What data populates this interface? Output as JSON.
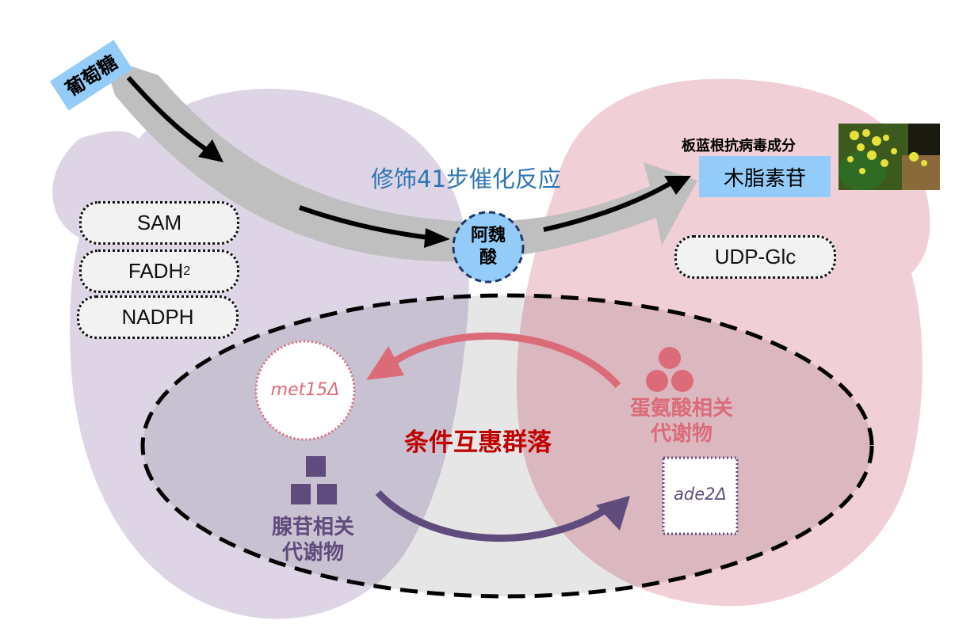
{
  "diagram": {
    "title": "条件互惠群落",
    "colors": {
      "left_cell": "#ddd5e6",
      "right_cell": "#f1cfd6",
      "community_fill": "#e6e6e6",
      "pathway_band": "#bfbfbf",
      "blue_box": "#93ccf9",
      "title_red": "#c00000",
      "pathway_label_blue": "#2e75b6",
      "methionine_pink": "#dc6b7a",
      "adenine_purple": "#5f4b7c"
    },
    "substrate": {
      "label": "葡萄糖"
    },
    "pathway_label": "修饰41步催化反应",
    "intermediate": {
      "label_line1": "阿魏",
      "label_line2": "酸"
    },
    "product": {
      "caption": "板蓝根抗病毒成分",
      "label": "木脂素苷",
      "image_alt": "板蓝根 plant photo (yellow flowers)"
    },
    "left_cofactors": [
      {
        "label": "SAM",
        "sub": ""
      },
      {
        "label": "FADH",
        "sub": "2"
      },
      {
        "label": "NADPH",
        "sub": ""
      }
    ],
    "right_cofactors": [
      {
        "label": "UDP-Glc"
      }
    ],
    "left_strain": {
      "genotype": "met15Δ",
      "metabolite_line1": "腺苷相关",
      "metabolite_line2": "代谢物",
      "icon": "three-squares-icon"
    },
    "right_strain": {
      "genotype": "ade2Δ",
      "metabolite_line1": "蛋氨酸相关",
      "metabolite_line2": "代谢物",
      "icon": "three-circles-icon"
    },
    "exchange_arrows": [
      {
        "from": "蛋氨酸相关代谢物",
        "to": "met15Δ",
        "color": "pink"
      },
      {
        "from": "腺苷相关代谢物",
        "to": "ade2Δ",
        "color": "purple"
      }
    ]
  }
}
